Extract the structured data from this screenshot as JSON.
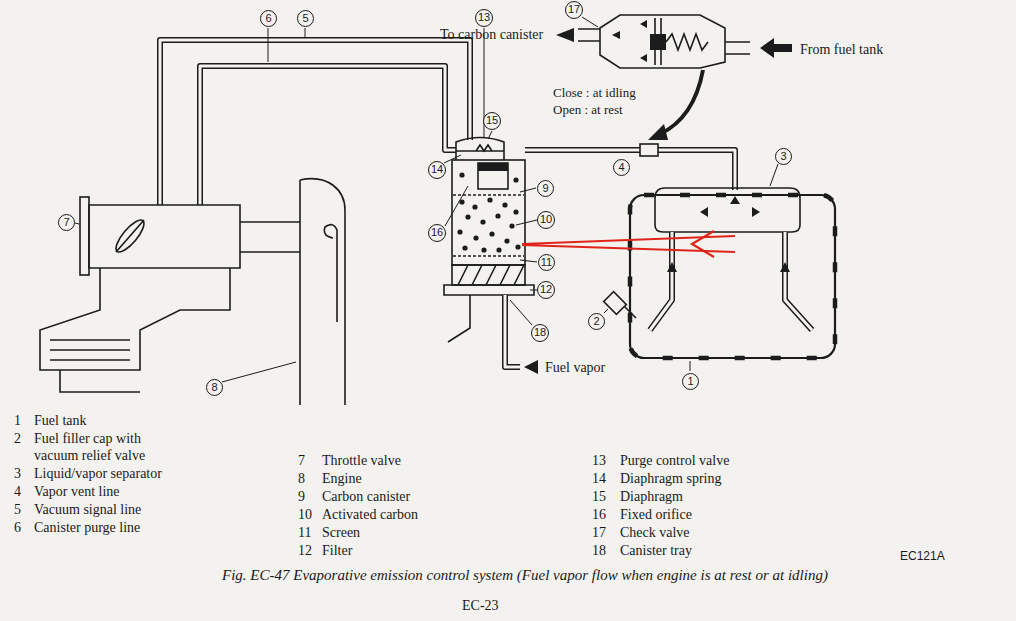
{
  "diagram": {
    "caption": "Fig. EC-47 Evaporative emission control system (Fuel vapor flow when engine is at rest or at idling)",
    "nodes": [
      {
        "text": [
          "17"
        ]
      },
      {
        "text": [
          "6"
        ]
      },
      {
        "text": [
          "5"
        ]
      },
      {
        "text": [
          "13"
        ]
      },
      {
        "text": [
          "15"
        ]
      },
      {
        "text": [
          "4"
        ]
      },
      {
        "text": [
          "3"
        ]
      },
      {
        "text": [
          "14"
        ]
      },
      {
        "text": [
          "9"
        ]
      },
      {
        "text": [
          "10"
        ]
      },
      {
        "text": [
          "7"
        ]
      },
      {
        "text": [
          "16"
        ]
      },
      {
        "text": [
          "11"
        ]
      },
      {
        "text": [
          "12"
        ]
      },
      {
        "text": [
          "2"
        ]
      },
      {
        "text": [
          "18"
        ]
      },
      {
        "text": [
          "1"
        ]
      },
      {
        "text": [
          "8"
        ]
      }
    ],
    "labels": [
      "To carbon canister",
      "From fuel tank",
      "Close : at idling",
      "Open : at rest",
      "Fuel vapor",
      "1",
      "Fuel tank",
      "2",
      "Fuel filler cap with vacuum relief valve",
      "3",
      "Liquid/vapor separator",
      "4",
      "Vapor vent line",
      "5",
      "Vacuum signal line",
      "6",
      "Canister purge line",
      "7",
      "Throttle valve",
      "8",
      "Engine",
      "9",
      "Carbon canister",
      "10",
      "Activated carbon",
      "11",
      "Screen",
      "12",
      "Filter",
      "13",
      "Purge control valve",
      "14",
      "Diaphragm spring",
      "15",
      "Diaphragm",
      "16",
      "Fixed orifice",
      "17",
      "Check valve",
      "18",
      "Canister tray",
      "EC121A",
      "EC-23"
    ]
  }
}
